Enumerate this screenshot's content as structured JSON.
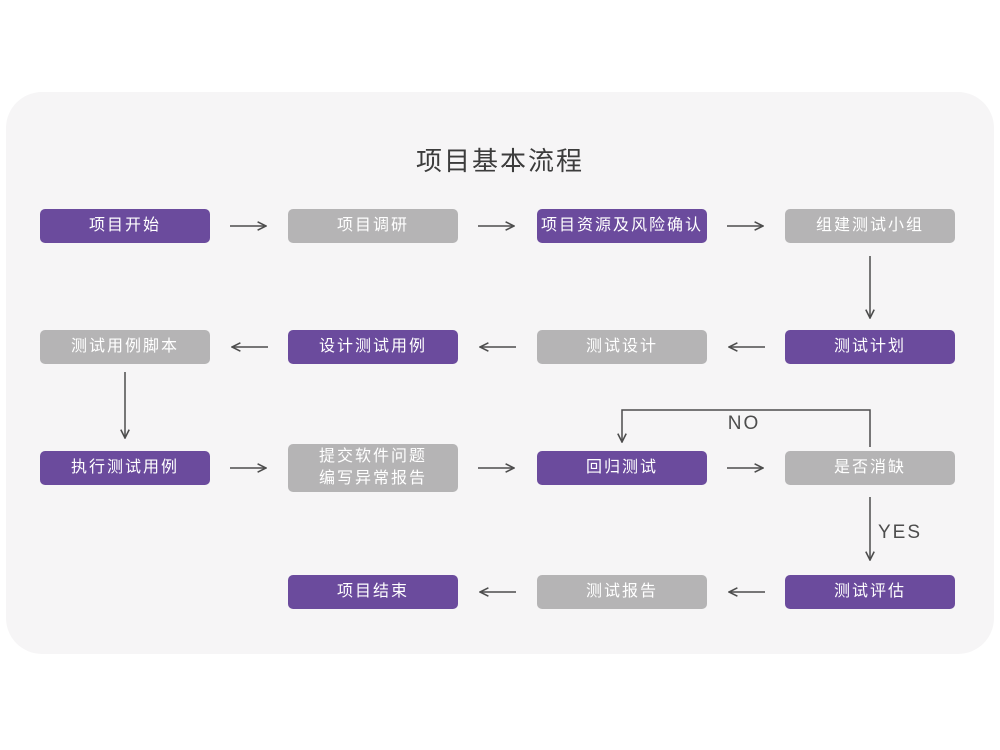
{
  "title": "项目基本流程",
  "colors": {
    "purple": "#6b4b9d",
    "gray": "#b5b4b5",
    "line": "#4d4d4d",
    "card_bg": "#f6f5f6",
    "text_light": "#ffffff",
    "title_color": "#3c3c3c"
  },
  "nodes": [
    {
      "id": "project-start",
      "label": "项目开始",
      "type": "purple"
    },
    {
      "id": "project-research",
      "label": "项目调研",
      "type": "gray"
    },
    {
      "id": "resources-risk",
      "label": "项目资源及风险确认",
      "type": "purple"
    },
    {
      "id": "build-test-team",
      "label": "组建测试小组",
      "type": "gray"
    },
    {
      "id": "test-plan",
      "label": "测试计划",
      "type": "purple"
    },
    {
      "id": "test-design",
      "label": "测试设计",
      "type": "gray"
    },
    {
      "id": "design-test-cases",
      "label": "设计测试用例",
      "type": "purple"
    },
    {
      "id": "test-case-scripts",
      "label": "测试用例脚本",
      "type": "gray"
    },
    {
      "id": "execute-test-cases",
      "label": "执行测试用例",
      "type": "purple"
    },
    {
      "id": "submit-issue-report",
      "label": "提交软件问题\n编写异常报告",
      "type": "gray"
    },
    {
      "id": "regression-test",
      "label": "回归测试",
      "type": "purple"
    },
    {
      "id": "defects-cleared",
      "label": "是否消缺",
      "type": "gray"
    },
    {
      "id": "test-evaluation",
      "label": "测试评估",
      "type": "purple"
    },
    {
      "id": "test-report",
      "label": "测试报告",
      "type": "gray"
    },
    {
      "id": "project-end",
      "label": "项目结束",
      "type": "purple"
    }
  ],
  "edge_labels": {
    "no": "NO",
    "yes": "YES"
  },
  "edges": [
    "项目开始→项目调研",
    "项目调研→项目资源及风险确认",
    "项目资源及风险确认→组建测试小组",
    "组建测试小组→测试计划",
    "测试计划→测试设计",
    "测试设计→设计测试用例",
    "设计测试用例→测试用例脚本",
    "测试用例脚本→执行测试用例",
    "执行测试用例→提交软件问题编写异常报告",
    "提交软件问题编写异常报告→回归测试",
    "回归测试→是否消缺",
    "是否消缺→NO→回归测试",
    "是否消缺→YES→测试评估",
    "测试评估→测试报告",
    "测试报告→项目结束"
  ]
}
